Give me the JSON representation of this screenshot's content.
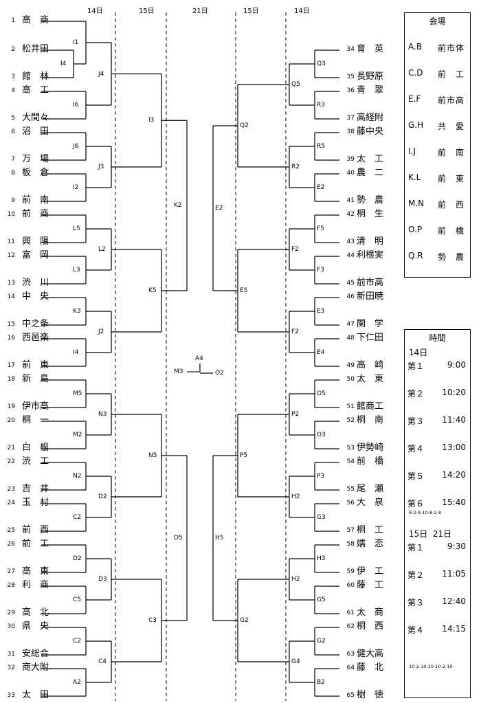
{
  "days": [
    "14日",
    "15日",
    "21日",
    "15日",
    "14日"
  ],
  "left_teams": [
    {
      "no": "1",
      "name": "高　商"
    },
    {
      "no": "2",
      "name": "松井田"
    },
    {
      "no": "3",
      "name": "館　林"
    },
    {
      "no": "4",
      "name": "高　工"
    },
    {
      "no": "5",
      "name": "大間々"
    },
    {
      "no": "6",
      "name": "沼　田"
    },
    {
      "no": "7",
      "name": "万　場"
    },
    {
      "no": "8",
      "name": "板　倉"
    },
    {
      "no": "9",
      "name": "前　南"
    },
    {
      "no": "10",
      "name": "前　商"
    },
    {
      "no": "11",
      "name": "興　陽"
    },
    {
      "no": "12",
      "name": "富　岡"
    },
    {
      "no": "13",
      "name": "渋　川"
    },
    {
      "no": "14",
      "name": "中　央"
    },
    {
      "no": "15",
      "name": "中之条"
    },
    {
      "no": "16",
      "name": "西邑楽"
    },
    {
      "no": "17",
      "name": "前　東"
    },
    {
      "no": "18",
      "name": "新　島"
    },
    {
      "no": "19",
      "name": "伊市高"
    },
    {
      "no": "20",
      "name": "桐　一"
    },
    {
      "no": "21",
      "name": "白　根"
    },
    {
      "no": "22",
      "name": "渋　工"
    },
    {
      "no": "23",
      "name": "吉　井"
    },
    {
      "no": "24",
      "name": "玉　村"
    },
    {
      "no": "25",
      "name": "前　西"
    },
    {
      "no": "26",
      "name": "前　工"
    },
    {
      "no": "27",
      "name": "高　東"
    },
    {
      "no": "28",
      "name": "利　商"
    },
    {
      "no": "29",
      "name": "高　北"
    },
    {
      "no": "30",
      "name": "県　央"
    },
    {
      "no": "31",
      "name": "安総合"
    },
    {
      "no": "32",
      "name": "商大附"
    },
    {
      "no": "33",
      "name": "太　田"
    }
  ],
  "right_teams": [
    {
      "no": "34",
      "name": "育　英"
    },
    {
      "no": "35",
      "name": "長野原"
    },
    {
      "no": "36",
      "name": "青　翠"
    },
    {
      "no": "37",
      "name": "高経附"
    },
    {
      "no": "38",
      "name": "藤中央"
    },
    {
      "no": "39",
      "name": "太　工"
    },
    {
      "no": "40",
      "name": "農　二"
    },
    {
      "no": "41",
      "name": "勢　農"
    },
    {
      "no": "42",
      "name": "桐　生"
    },
    {
      "no": "43",
      "name": "清　明"
    },
    {
      "no": "44",
      "name": "利根実"
    },
    {
      "no": "45",
      "name": "前市高"
    },
    {
      "no": "46",
      "name": "新田暁"
    },
    {
      "no": "47",
      "name": "関　学"
    },
    {
      "no": "48",
      "name": "下仁田"
    },
    {
      "no": "49",
      "name": "高　崎"
    },
    {
      "no": "50",
      "name": "太　東"
    },
    {
      "no": "51",
      "name": "館商工"
    },
    {
      "no": "52",
      "name": "桐　南"
    },
    {
      "no": "53",
      "name": "伊勢崎"
    },
    {
      "no": "54",
      "name": "前　橋"
    },
    {
      "no": "55",
      "name": "尾　瀬"
    },
    {
      "no": "56",
      "name": "大　泉"
    },
    {
      "no": "57",
      "name": "桐　工"
    },
    {
      "no": "58",
      "name": "嬬　恋"
    },
    {
      "no": "59",
      "name": "伊　工"
    },
    {
      "no": "60",
      "name": "藤　工"
    },
    {
      "no": "61",
      "name": "太　商"
    },
    {
      "no": "62",
      "name": "桐　西"
    },
    {
      "no": "63",
      "name": "健大高"
    },
    {
      "no": "64",
      "name": "藤　北"
    },
    {
      "no": "65",
      "name": "樹　徳"
    }
  ],
  "left_nodes": [
    "I1",
    "I4",
    "J4",
    "I6",
    "I3",
    "J6",
    "J3",
    "I2",
    "K2",
    "L5",
    "L2",
    "L3",
    "K5",
    "K3",
    "J2",
    "I4",
    "M3",
    "M5",
    "N3",
    "M2",
    "N5",
    "N2",
    "D2",
    "C2",
    "D5",
    "D2",
    "D3",
    "C5",
    "C3",
    "C2",
    "C4",
    "A2"
  ],
  "right_nodes": [
    "Q3",
    "Q5",
    "R3",
    "Q2",
    "R5",
    "R2",
    "E2",
    "E2",
    "F5",
    "F2",
    "F3",
    "E5",
    "E3",
    "F2",
    "E4",
    "O2",
    "O5",
    "P2",
    "O3",
    "P5",
    "P3",
    "H2",
    "G3",
    "H5",
    "H3",
    "H2",
    "G5",
    "G2",
    "G2",
    "G4",
    "B2"
  ],
  "final_label": "A4",
  "venues": {
    "title": "会場",
    "rows": [
      {
        "code": "A.B",
        "place": "前市体"
      },
      {
        "code": "C.D",
        "place": "前　工"
      },
      {
        "code": "E.F",
        "place": "前市高"
      },
      {
        "code": "G.H",
        "place": "共　愛"
      },
      {
        "code": "I.J",
        "place": "前　南"
      },
      {
        "code": "K.L",
        "place": "前　東"
      },
      {
        "code": "M.N",
        "place": "前　西"
      },
      {
        "code": "O.P",
        "place": "前　橋"
      },
      {
        "code": "Q.R",
        "place": "勢　農"
      }
    ]
  },
  "times": {
    "title": "時間",
    "day14": "14日",
    "day14_rows": [
      {
        "label": "第１",
        "time": "9:00"
      },
      {
        "label": "第２",
        "time": "10:20"
      },
      {
        "label": "第３",
        "time": "11:40"
      },
      {
        "label": "第４",
        "time": "13:00"
      },
      {
        "label": "第５",
        "time": "14:20"
      },
      {
        "label": "第６",
        "time": "15:40"
      }
    ],
    "day14_seq": "8-2-8-10-8-2-8",
    "day15": "15日  21日",
    "day15_rows": [
      {
        "label": "第１",
        "time": "9:30"
      },
      {
        "label": "第２",
        "time": "11:05"
      },
      {
        "label": "第３",
        "time": "12:40"
      },
      {
        "label": "第４",
        "time": "14:15"
      }
    ],
    "day15_seq": "10-2-10-10-10-2-10"
  }
}
